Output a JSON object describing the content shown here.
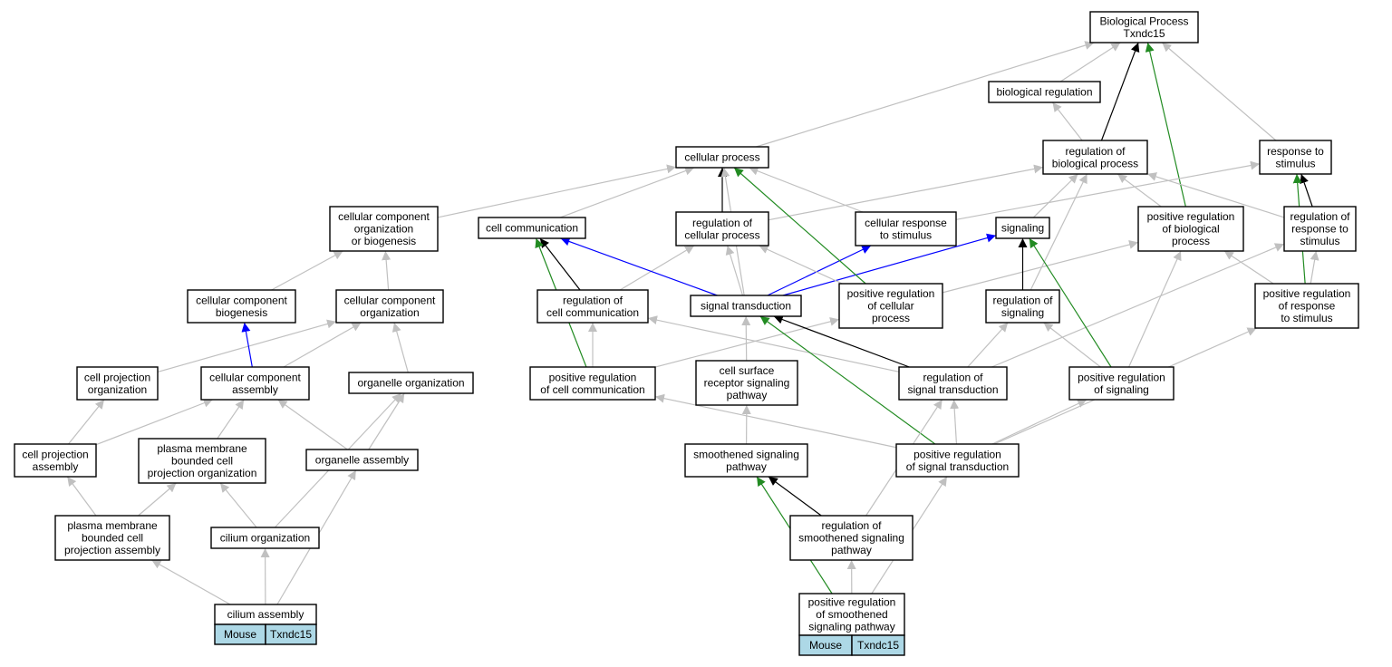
{
  "colors": {
    "is_a": "#c0c0c0",
    "regulates": "#000000",
    "part_of": "#0000ff",
    "positively_regulates": "#228b22",
    "tag_fill": "#add8e6"
  },
  "nodes": [
    {
      "id": "bp",
      "lines": [
        "Biological Process",
        "Txndc15"
      ]
    },
    {
      "id": "bioreg",
      "lines": [
        "biological regulation"
      ]
    },
    {
      "id": "cellproc",
      "lines": [
        "cellular process"
      ]
    },
    {
      "id": "regbio",
      "lines": [
        "regulation of",
        "biological process"
      ]
    },
    {
      "id": "respstim",
      "lines": [
        "response to",
        "stimulus"
      ]
    },
    {
      "id": "ccob",
      "lines": [
        "cellular component",
        "organization",
        "or biogenesis"
      ]
    },
    {
      "id": "cellcomm",
      "lines": [
        "cell communication"
      ]
    },
    {
      "id": "regcellproc",
      "lines": [
        "regulation of",
        "cellular process"
      ]
    },
    {
      "id": "cellresp",
      "lines": [
        "cellular response",
        "to stimulus"
      ]
    },
    {
      "id": "signaling",
      "lines": [
        "signaling"
      ]
    },
    {
      "id": "posregbio",
      "lines": [
        "positive regulation",
        "of biological",
        "process"
      ]
    },
    {
      "id": "regresp",
      "lines": [
        "regulation of",
        "response to",
        "stimulus"
      ]
    },
    {
      "id": "ccbio",
      "lines": [
        "cellular component",
        "biogenesis"
      ]
    },
    {
      "id": "ccorg",
      "lines": [
        "cellular component",
        "organization"
      ]
    },
    {
      "id": "regcellcomm",
      "lines": [
        "regulation of",
        "cell communication"
      ]
    },
    {
      "id": "sigtrans",
      "lines": [
        "signal transduction"
      ]
    },
    {
      "id": "posregcell",
      "lines": [
        "positive regulation",
        "of cellular",
        "process"
      ]
    },
    {
      "id": "regsig",
      "lines": [
        "regulation of",
        "signaling"
      ]
    },
    {
      "id": "posregresp",
      "lines": [
        "positive regulation",
        "of response",
        "to stimulus"
      ]
    },
    {
      "id": "cpo",
      "lines": [
        "cell projection",
        "organization"
      ]
    },
    {
      "id": "cca",
      "lines": [
        "cellular component",
        "assembly"
      ]
    },
    {
      "id": "orgorg",
      "lines": [
        "organelle organization"
      ]
    },
    {
      "id": "posregcc",
      "lines": [
        "positive regulation",
        "of cell communication"
      ]
    },
    {
      "id": "csrsp",
      "lines": [
        "cell surface",
        "receptor signaling",
        "pathway"
      ]
    },
    {
      "id": "regst",
      "lines": [
        "regulation of",
        "signal transduction"
      ]
    },
    {
      "id": "posregsig",
      "lines": [
        "positive regulation",
        "of signaling"
      ]
    },
    {
      "id": "cpa",
      "lines": [
        "cell projection",
        "assembly"
      ]
    },
    {
      "id": "pmbcpo",
      "lines": [
        "plasma membrane",
        "bounded cell",
        "projection organization"
      ]
    },
    {
      "id": "orgasm",
      "lines": [
        "organelle assembly"
      ]
    },
    {
      "id": "shh",
      "lines": [
        "smoothened signaling",
        "pathway"
      ]
    },
    {
      "id": "posregst",
      "lines": [
        "positive regulation",
        "of signal transduction"
      ]
    },
    {
      "id": "pmbcpa",
      "lines": [
        "plasma membrane",
        "bounded cell",
        "projection assembly"
      ]
    },
    {
      "id": "ciliumorg",
      "lines": [
        "cilium organization"
      ]
    },
    {
      "id": "regshh",
      "lines": [
        "regulation of",
        "smoothened signaling",
        "pathway"
      ]
    },
    {
      "id": "ciliumasm",
      "lines": [
        "cilium assembly"
      ],
      "tags": [
        "Mouse",
        "Txndc15"
      ]
    },
    {
      "id": "posregshh",
      "lines": [
        "positive regulation",
        "of smoothened",
        "signaling pathway"
      ],
      "tags": [
        "Mouse",
        "Txndc15"
      ]
    }
  ],
  "edges": [
    {
      "from": "bioreg",
      "to": "bp",
      "type": "is_a"
    },
    {
      "from": "cellproc",
      "to": "bp",
      "type": "is_a"
    },
    {
      "from": "regbio",
      "to": "bp",
      "type": "regulates"
    },
    {
      "from": "regbio",
      "to": "bioreg",
      "type": "is_a"
    },
    {
      "from": "respstim",
      "to": "bp",
      "type": "is_a"
    },
    {
      "from": "posregbio",
      "to": "bp",
      "type": "positively_regulates"
    },
    {
      "from": "ccob",
      "to": "cellproc",
      "type": "is_a"
    },
    {
      "from": "cellcomm",
      "to": "cellproc",
      "type": "is_a"
    },
    {
      "from": "regcellproc",
      "to": "cellproc",
      "type": "regulates"
    },
    {
      "from": "regcellproc",
      "to": "regbio",
      "type": "is_a"
    },
    {
      "from": "cellresp",
      "to": "cellproc",
      "type": "is_a"
    },
    {
      "from": "cellresp",
      "to": "respstim",
      "type": "is_a"
    },
    {
      "from": "signaling",
      "to": "regbio",
      "type": "is_a"
    },
    {
      "from": "posregbio",
      "to": "regbio",
      "type": "is_a"
    },
    {
      "from": "regresp",
      "to": "respstim",
      "type": "regulates"
    },
    {
      "from": "regresp",
      "to": "regbio",
      "type": "is_a"
    },
    {
      "from": "ccbio",
      "to": "ccob",
      "type": "is_a"
    },
    {
      "from": "ccorg",
      "to": "ccob",
      "type": "is_a"
    },
    {
      "from": "regcellcomm",
      "to": "cellcomm",
      "type": "regulates"
    },
    {
      "from": "regcellcomm",
      "to": "regcellproc",
      "type": "is_a"
    },
    {
      "from": "sigtrans",
      "to": "cellcomm",
      "type": "part_of"
    },
    {
      "from": "sigtrans",
      "to": "cellresp",
      "type": "part_of"
    },
    {
      "from": "sigtrans",
      "to": "signaling",
      "type": "part_of"
    },
    {
      "from": "sigtrans",
      "to": "cellproc",
      "type": "is_a"
    },
    {
      "from": "sigtrans",
      "to": "regcellproc",
      "type": "is_a"
    },
    {
      "from": "posregcell",
      "to": "cellproc",
      "type": "positively_regulates"
    },
    {
      "from": "posregcell",
      "to": "regcellproc",
      "type": "is_a"
    },
    {
      "from": "posregcell",
      "to": "posregbio",
      "type": "is_a"
    },
    {
      "from": "regsig",
      "to": "signaling",
      "type": "regulates"
    },
    {
      "from": "regsig",
      "to": "regbio",
      "type": "is_a"
    },
    {
      "from": "posregresp",
      "to": "respstim",
      "type": "positively_regulates"
    },
    {
      "from": "posregresp",
      "to": "regresp",
      "type": "is_a"
    },
    {
      "from": "posregresp",
      "to": "posregbio",
      "type": "is_a"
    },
    {
      "from": "cpo",
      "to": "ccorg",
      "type": "is_a"
    },
    {
      "from": "cca",
      "to": "ccbio",
      "type": "part_of"
    },
    {
      "from": "cca",
      "to": "ccorg",
      "type": "is_a"
    },
    {
      "from": "orgorg",
      "to": "ccorg",
      "type": "is_a"
    },
    {
      "from": "posregcc",
      "to": "cellcomm",
      "type": "positively_regulates"
    },
    {
      "from": "posregcc",
      "to": "regcellcomm",
      "type": "is_a"
    },
    {
      "from": "posregcc",
      "to": "posregcell",
      "type": "is_a"
    },
    {
      "from": "csrsp",
      "to": "sigtrans",
      "type": "is_a"
    },
    {
      "from": "regst",
      "to": "sigtrans",
      "type": "regulates"
    },
    {
      "from": "regst",
      "to": "regcellcomm",
      "type": "is_a"
    },
    {
      "from": "regst",
      "to": "regsig",
      "type": "is_a"
    },
    {
      "from": "regst",
      "to": "regresp",
      "type": "is_a"
    },
    {
      "from": "posregsig",
      "to": "signaling",
      "type": "positively_regulates"
    },
    {
      "from": "posregsig",
      "to": "regsig",
      "type": "is_a"
    },
    {
      "from": "posregsig",
      "to": "posregbio",
      "type": "is_a"
    },
    {
      "from": "cpa",
      "to": "cpo",
      "type": "is_a"
    },
    {
      "from": "cpa",
      "to": "cca",
      "type": "is_a"
    },
    {
      "from": "pmbcpo",
      "to": "cca",
      "type": "is_a"
    },
    {
      "from": "orgasm",
      "to": "cca",
      "type": "is_a"
    },
    {
      "from": "orgasm",
      "to": "orgorg",
      "type": "is_a"
    },
    {
      "from": "shh",
      "to": "csrsp",
      "type": "is_a"
    },
    {
      "from": "posregst",
      "to": "sigtrans",
      "type": "positively_regulates"
    },
    {
      "from": "posregst",
      "to": "regst",
      "type": "is_a"
    },
    {
      "from": "posregst",
      "to": "posregcc",
      "type": "is_a"
    },
    {
      "from": "posregst",
      "to": "posregsig",
      "type": "is_a"
    },
    {
      "from": "posregst",
      "to": "posregresp",
      "type": "is_a"
    },
    {
      "from": "pmbcpa",
      "to": "cpa",
      "type": "is_a"
    },
    {
      "from": "pmbcpa",
      "to": "pmbcpo",
      "type": "is_a"
    },
    {
      "from": "ciliumorg",
      "to": "pmbcpo",
      "type": "is_a"
    },
    {
      "from": "ciliumorg",
      "to": "orgorg",
      "type": "is_a"
    },
    {
      "from": "regshh",
      "to": "shh",
      "type": "regulates"
    },
    {
      "from": "regshh",
      "to": "regst",
      "type": "is_a"
    },
    {
      "from": "ciliumasm",
      "to": "pmbcpa",
      "type": "is_a"
    },
    {
      "from": "ciliumasm",
      "to": "ciliumorg",
      "type": "is_a"
    },
    {
      "from": "ciliumasm",
      "to": "orgasm",
      "type": "is_a"
    },
    {
      "from": "posregshh",
      "to": "shh",
      "type": "positively_regulates"
    },
    {
      "from": "posregshh",
      "to": "regshh",
      "type": "is_a"
    },
    {
      "from": "posregshh",
      "to": "posregst",
      "type": "is_a"
    }
  ]
}
